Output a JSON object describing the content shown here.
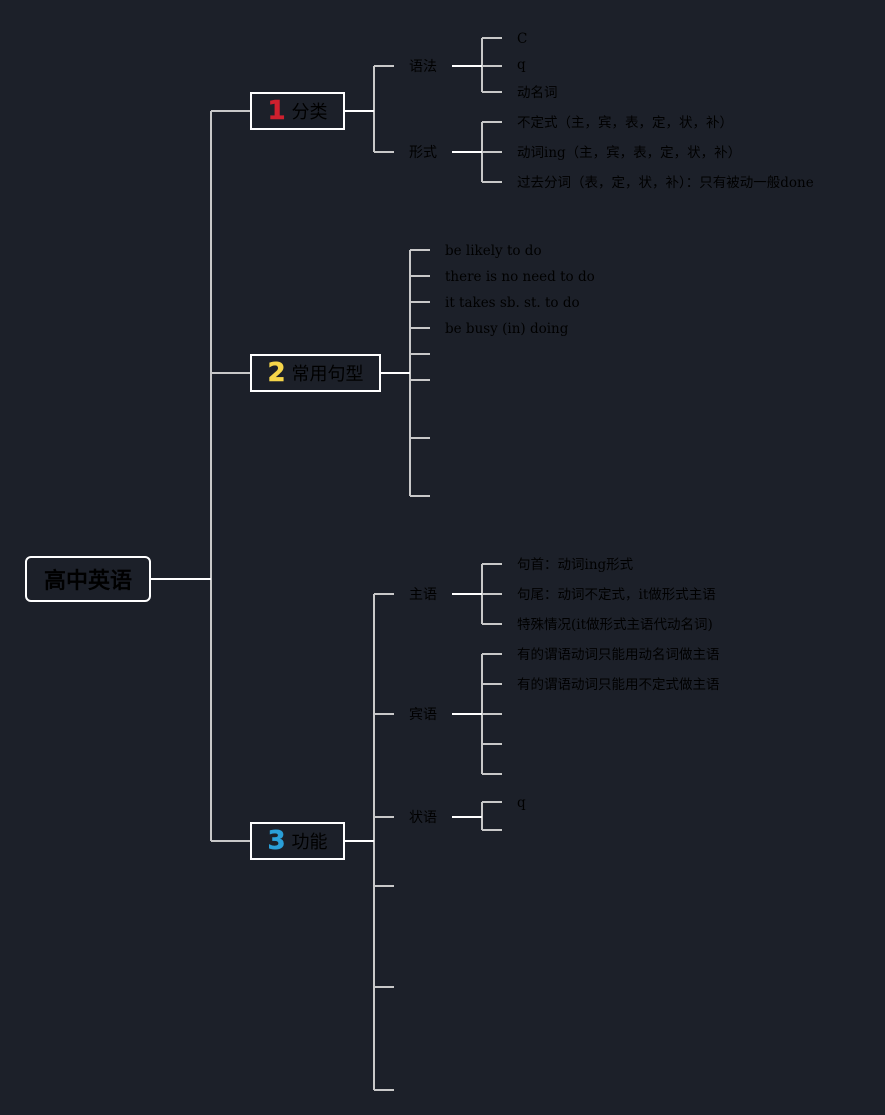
{
  "colors": {
    "background": "#1c2029",
    "line": "#c8c8c8",
    "num1": "#d0202e",
    "num2": "#f5d54a",
    "num3": "#2a9fd8"
  },
  "root": {
    "label": "高中英语"
  },
  "topics": [
    {
      "number": "1",
      "label": "分类",
      "children": [
        {
          "label": "语法",
          "items": [
            "C",
            "q",
            "动名词"
          ]
        },
        {
          "label": "形式",
          "items": [
            "不定式（主，宾，表，定，状，补）",
            "动词ing（主，宾，表，定，状，补）",
            "过去分词（表，定，状，补）：只有被动一般done"
          ]
        }
      ]
    },
    {
      "number": "2",
      "label": "常用句型",
      "items": [
        "be likely to do",
        "there is no need to do",
        "it takes sb. st. to do",
        "be busy (in) doing",
        "",
        "",
        "",
        ""
      ]
    },
    {
      "number": "3",
      "label": "功能",
      "children": [
        {
          "label": "主语",
          "items": [
            "句首：动词ing形式",
            "句尾：动词不定式，it做形式主语",
            "特殊情况(it做形式主语代动名词)"
          ]
        },
        {
          "label": "宾语",
          "items": [
            "有的谓语动词只能用动名词做主语",
            "有的谓语动词只能用不定式做主语",
            "",
            "",
            ""
          ]
        },
        {
          "label": "状语",
          "items": [
            "q",
            ""
          ]
        },
        {
          "label": "",
          "items": []
        },
        {
          "label": "",
          "items": []
        },
        {
          "label": "",
          "items": []
        }
      ]
    }
  ]
}
